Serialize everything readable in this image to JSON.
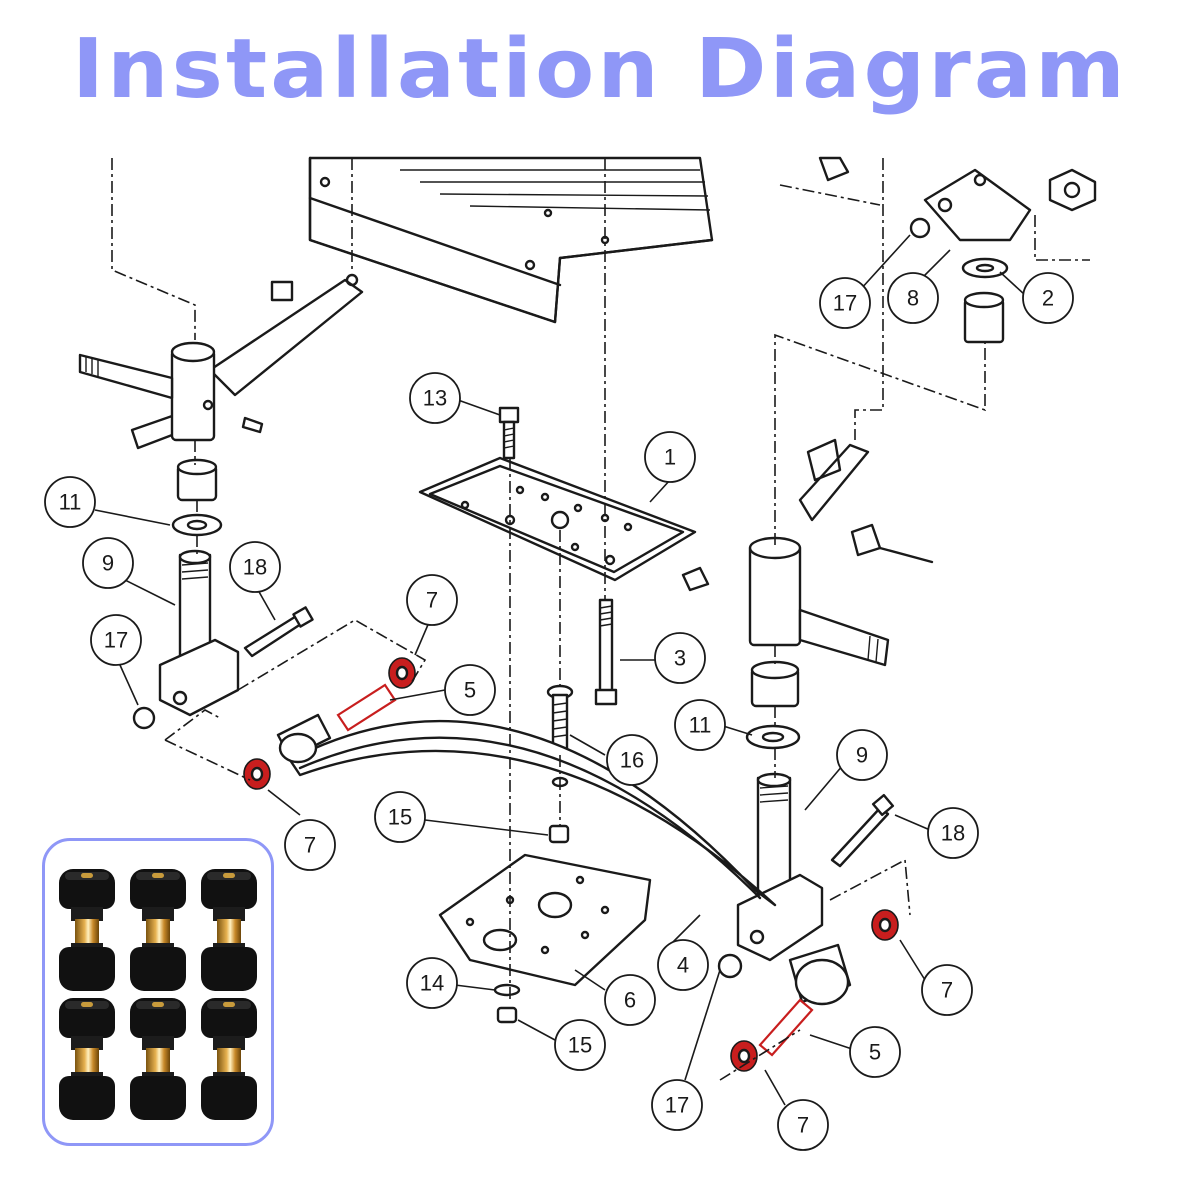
{
  "title": "Installation Diagram",
  "callouts": [
    "1",
    "2",
    "3",
    "4",
    "5",
    "6",
    "7",
    "8",
    "9",
    "11",
    "13",
    "14",
    "15",
    "16",
    "17",
    "18"
  ],
  "colors": {
    "title": "#8f97f7",
    "highlight": "#c81e1e",
    "inset_border": "#8f97f7"
  },
  "inset": {
    "item_count": 6
  }
}
